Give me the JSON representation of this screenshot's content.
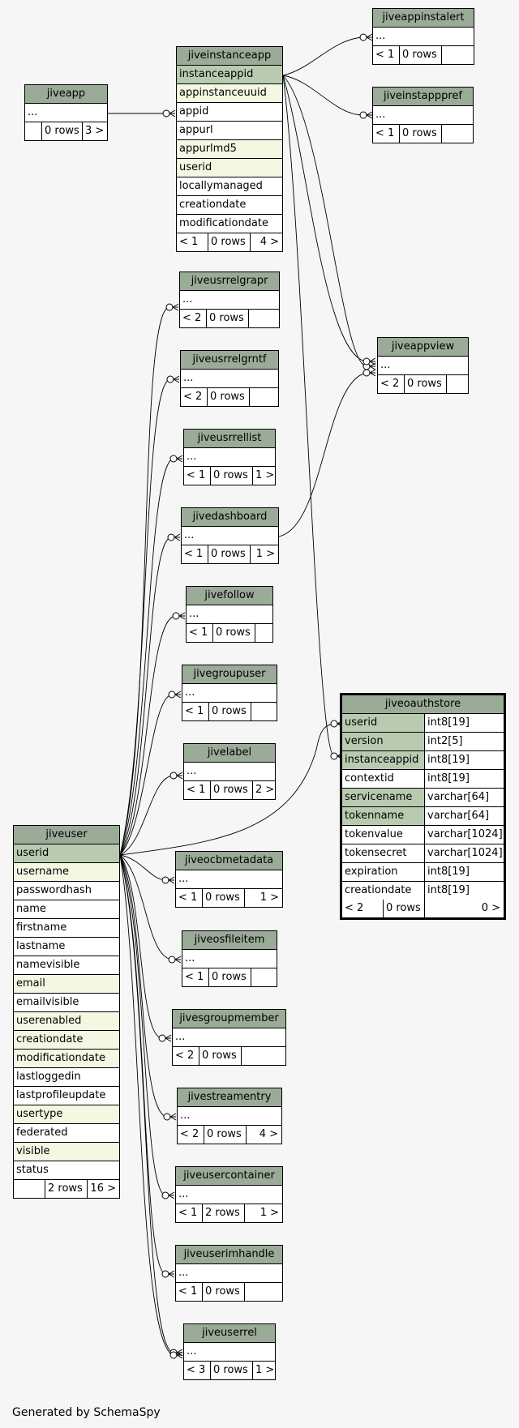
{
  "generator": "Generated by SchemaSpy",
  "tables": {
    "jiveapp": {
      "name": "jiveapp",
      "rows": [
        "..."
      ],
      "footer": [
        "",
        "0 rows",
        "3 >"
      ]
    },
    "jiveinstanceapp": {
      "name": "jiveinstanceapp",
      "columns": [
        "instanceappid",
        "appinstanceuuid",
        "appid",
        "appurl",
        "appurlmd5",
        "userid",
        "locallymanaged",
        "creationdate",
        "modificationdate"
      ],
      "footer": [
        "< 1",
        "0 rows",
        "4 >"
      ]
    },
    "jiveappinstalert": {
      "name": "jiveappinstalert",
      "rows": [
        "..."
      ],
      "footer": [
        "< 1",
        "0 rows",
        ""
      ]
    },
    "jiveinstapppref": {
      "name": "jiveinstapppref",
      "rows": [
        "..."
      ],
      "footer": [
        "< 1",
        "0 rows",
        ""
      ]
    },
    "jiveappview": {
      "name": "jiveappview",
      "rows": [
        "..."
      ],
      "footer": [
        "< 2",
        "0 rows",
        ""
      ]
    },
    "jiveusrrelgrapr": {
      "name": "jiveusrrelgrapr",
      "rows": [
        "..."
      ],
      "footer": [
        "< 2",
        "0 rows",
        ""
      ]
    },
    "jiveusrrelgrntf": {
      "name": "jiveusrrelgrntf",
      "rows": [
        "..."
      ],
      "footer": [
        "< 2",
        "0 rows",
        ""
      ]
    },
    "jiveusrrellist": {
      "name": "jiveusrrellist",
      "rows": [
        "..."
      ],
      "footer": [
        "< 1",
        "0 rows",
        "1 >"
      ]
    },
    "jivedashboard": {
      "name": "jivedashboard",
      "rows": [
        "..."
      ],
      "footer": [
        "< 1",
        "0 rows",
        "1 >"
      ]
    },
    "jivefollow": {
      "name": "jivefollow",
      "rows": [
        "..."
      ],
      "footer": [
        "< 1",
        "0 rows",
        ""
      ]
    },
    "jivegroupuser": {
      "name": "jivegroupuser",
      "rows": [
        "..."
      ],
      "footer": [
        "< 1",
        "0 rows",
        ""
      ]
    },
    "jivelabel": {
      "name": "jivelabel",
      "rows": [
        "..."
      ],
      "footer": [
        "< 1",
        "0 rows",
        "2 >"
      ]
    },
    "jiveocbmetadata": {
      "name": "jiveocbmetadata",
      "rows": [
        "..."
      ],
      "footer": [
        "< 1",
        "0 rows",
        "1 >"
      ]
    },
    "jiveosfileitem": {
      "name": "jiveosfileitem",
      "rows": [
        "..."
      ],
      "footer": [
        "< 1",
        "0 rows",
        ""
      ]
    },
    "jivesgroupmember": {
      "name": "jivesgroupmember",
      "rows": [
        "..."
      ],
      "footer": [
        "< 2",
        "0 rows",
        ""
      ]
    },
    "jivestreamentry": {
      "name": "jivestreamentry",
      "rows": [
        "..."
      ],
      "footer": [
        "< 2",
        "0 rows",
        "4 >"
      ]
    },
    "jiveusercontainer": {
      "name": "jiveusercontainer",
      "rows": [
        "..."
      ],
      "footer": [
        "< 1",
        "2 rows",
        "1 >"
      ]
    },
    "jiveuserimhandle": {
      "name": "jiveuserimhandle",
      "rows": [
        "..."
      ],
      "footer": [
        "< 1",
        "0 rows",
        ""
      ]
    },
    "jiveuserrel": {
      "name": "jiveuserrel",
      "rows": [
        "..."
      ],
      "footer": [
        "< 3",
        "0 rows",
        "1 >"
      ]
    },
    "jiveuser": {
      "name": "jiveuser",
      "columns": [
        "userid",
        "username",
        "passwordhash",
        "name",
        "firstname",
        "lastname",
        "namevisible",
        "email",
        "emailvisible",
        "userenabled",
        "creationdate",
        "modificationdate",
        "lastloggedin",
        "lastprofileupdate",
        "usertype",
        "federated",
        "visible",
        "status"
      ],
      "footer": [
        "",
        "2 rows",
        "16 >"
      ]
    },
    "jiveoauthstore": {
      "name": "jiveoauthstore",
      "columns": [
        [
          "userid",
          "int8[19]"
        ],
        [
          "version",
          "int2[5]"
        ],
        [
          "instanceappid",
          "int8[19]"
        ],
        [
          "contextid",
          "int8[19]"
        ],
        [
          "servicename",
          "varchar[64]"
        ],
        [
          "tokenname",
          "varchar[64]"
        ],
        [
          "tokenvalue",
          "varchar[1024]"
        ],
        [
          "tokensecret",
          "varchar[1024]"
        ],
        [
          "expiration",
          "int8[19]"
        ],
        [
          "creationdate",
          "int8[19]"
        ]
      ],
      "footer": [
        "< 2",
        "0 rows",
        "0 >"
      ]
    }
  }
}
